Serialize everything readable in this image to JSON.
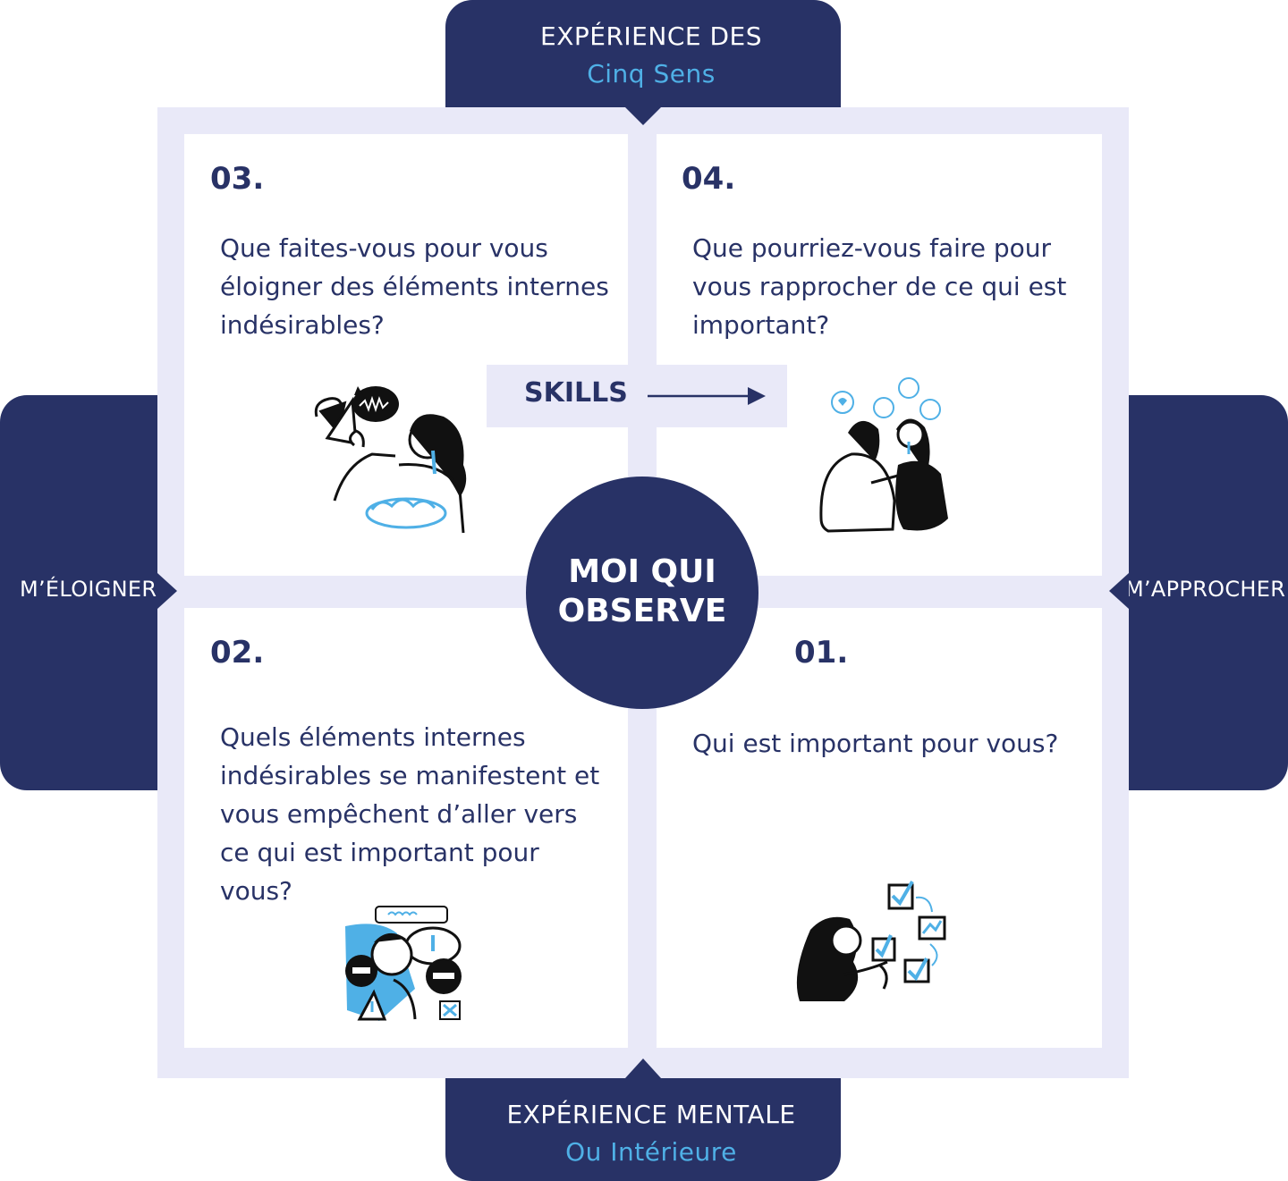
{
  "top_tab": {
    "title": "EXPÉRIENCE DES",
    "subtitle": "Cinq Sens"
  },
  "bottom_tab": {
    "title": "EXPÉRIENCE MENTALE",
    "subtitle": "Ou Intérieure"
  },
  "left_tab": {
    "label": "M’ÉLOIGNER"
  },
  "right_tab": {
    "label": "M’APPROCHER"
  },
  "center": {
    "line1": "MOI QUI",
    "line2": "OBSERVE"
  },
  "skills": {
    "label": "SKILLS"
  },
  "quadrants": {
    "q03": {
      "number": "03.",
      "question": "Que faites-vous pour vous éloigner des éléments internes indésirables?"
    },
    "q04": {
      "number": "04.",
      "question": "Que pourriez-vous faire pour vous rapprocher de ce qui est important?"
    },
    "q02": {
      "number": "02.",
      "question": "Quels éléments internes indésirables se manifestent et vous empêchent d’aller vers ce qui est important pour vous?"
    },
    "q01": {
      "number": "01.",
      "question": "Qui est important pour vous?"
    }
  },
  "colors": {
    "navy": "#283266",
    "accent": "#4fb0e6",
    "frame": "#e9e9f8"
  }
}
